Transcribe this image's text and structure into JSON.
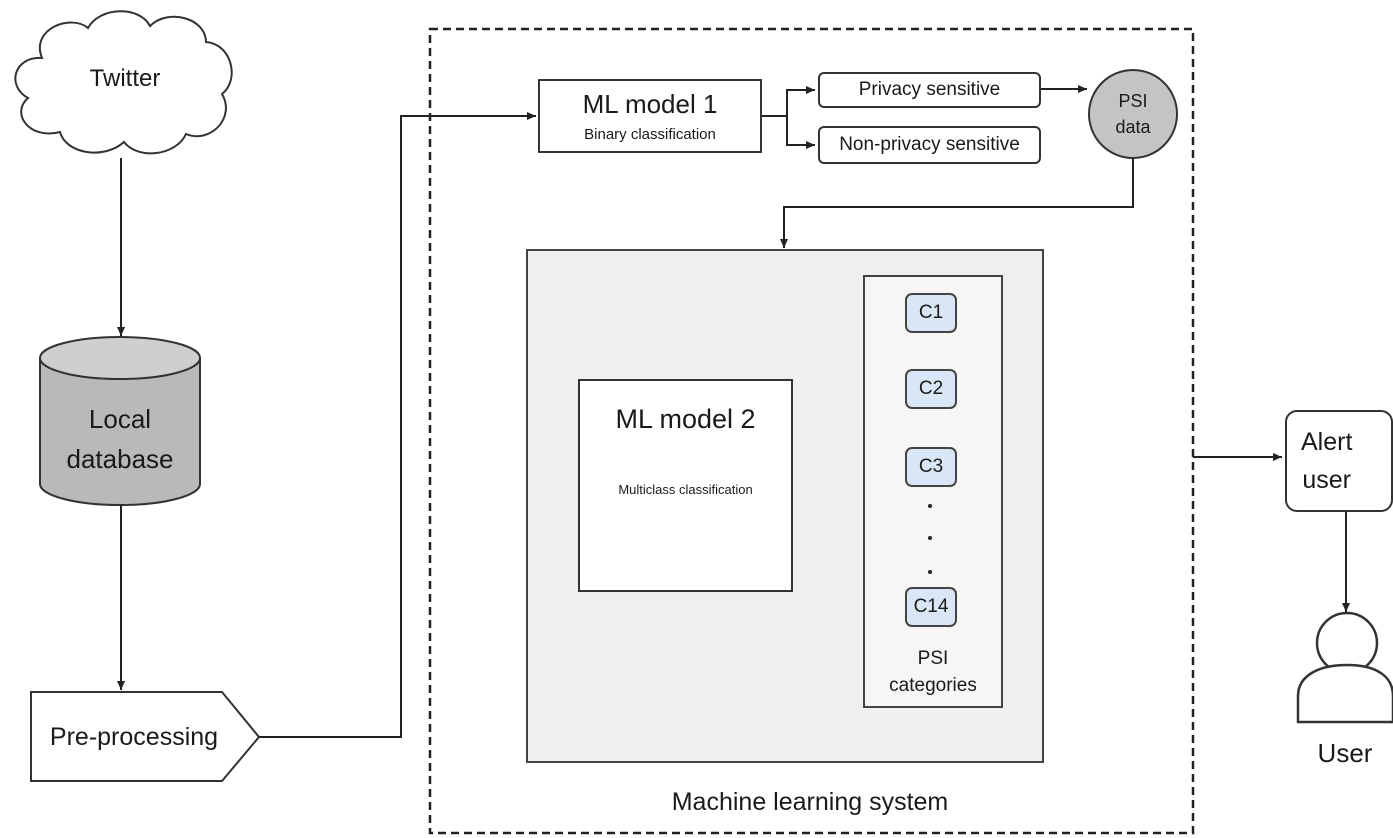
{
  "diagram": {
    "source": {
      "label": "Twitter"
    },
    "database": {
      "label": "Local\ndatabase"
    },
    "preprocessing": {
      "label": "Pre-processing"
    },
    "ml_model_1": {
      "title": "ML model 1",
      "subtitle": "Binary classification"
    },
    "outputs": {
      "privacy_sensitive": "Privacy sensitive",
      "non_privacy_sensitive": "Non-privacy sensitive"
    },
    "psi_data": {
      "label": "PSI\ndata"
    },
    "ml_model_2": {
      "title": "ML model 2",
      "subtitle": "Multiclass classification"
    },
    "categories": {
      "items": [
        "C1",
        "C2",
        "C3",
        "C14"
      ],
      "label": "PSI\ncategories"
    },
    "system": {
      "label": "Machine learning system"
    },
    "alert": {
      "label": "Alert\nuser"
    },
    "user": {
      "label": "User"
    }
  },
  "colors": {
    "line": "#222222",
    "database_fill": "#b9b9b9",
    "psi_fill": "#c4c4c4",
    "inner_panel_fill": "#efefef",
    "category_fill": "#d9e6f5"
  },
  "icons": [
    "cloud-icon",
    "database-cylinder-icon",
    "user-person-icon"
  ]
}
